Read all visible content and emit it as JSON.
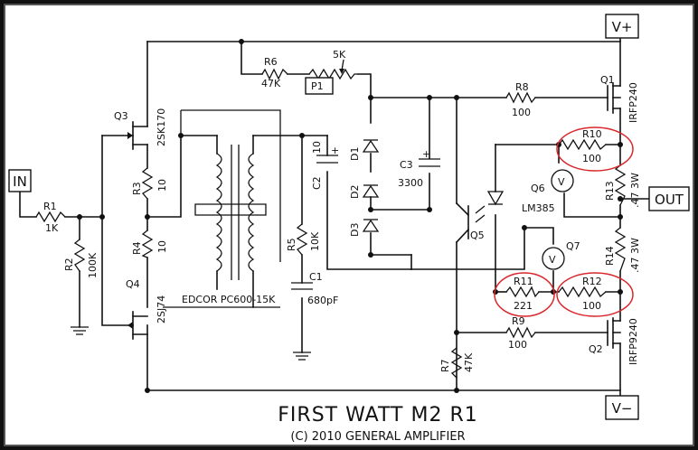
{
  "title": "FIRST WATT M2 R1",
  "copyright": "(C) 2010 GENERAL AMPLIFIER",
  "terminals": {
    "input": "IN",
    "output": "OUT",
    "v_plus": "V+",
    "v_minus": "V−"
  },
  "components": {
    "R1": {
      "name": "R1",
      "value": "1K"
    },
    "R2": {
      "name": "R2",
      "value": "100K"
    },
    "R3": {
      "name": "R3",
      "value": "10"
    },
    "R4": {
      "name": "R4",
      "value": "10"
    },
    "R5": {
      "name": "R5",
      "value": "10K"
    },
    "R6": {
      "name": "R6",
      "value": "47K"
    },
    "R7": {
      "name": "R7",
      "value": "47K"
    },
    "R8": {
      "name": "R8",
      "value": "100"
    },
    "R9": {
      "name": "R9",
      "value": "100"
    },
    "R10": {
      "name": "R10",
      "value": "100"
    },
    "R11": {
      "name": "R11",
      "value": "221"
    },
    "R12": {
      "name": "R12",
      "value": "100"
    },
    "R13": {
      "name": "R13",
      "value": ".47 3W"
    },
    "R14": {
      "name": "R14",
      "value": ".47 3W"
    },
    "P1": {
      "name": "P1",
      "value": "5K"
    },
    "C1": {
      "name": "C1",
      "value": "680pF"
    },
    "C2": {
      "name": "C2",
      "value": "10"
    },
    "C3": {
      "name": "C3",
      "value": "3300"
    },
    "D1": {
      "name": "D1"
    },
    "D2": {
      "name": "D2"
    },
    "D3": {
      "name": "D3"
    },
    "Q1": {
      "name": "Q1",
      "part": "IRFP240"
    },
    "Q2": {
      "name": "Q2",
      "part": "IRFP9240"
    },
    "Q3": {
      "name": "Q3",
      "part": "2SK170"
    },
    "Q4": {
      "name": "Q4",
      "part": "2SJ74"
    },
    "Q5": {
      "name": "Q5"
    },
    "Q6": {
      "name": "Q6",
      "part": "LM385"
    },
    "Q7": {
      "name": "Q7"
    },
    "T1": {
      "part": "EDCOR PC600-15K"
    }
  },
  "meter_symbol": "V",
  "polarity_mark": "+",
  "colors": {
    "wire": "#111111",
    "highlight": "#d9262b",
    "background": "#ffffff",
    "frame": "#111111"
  }
}
